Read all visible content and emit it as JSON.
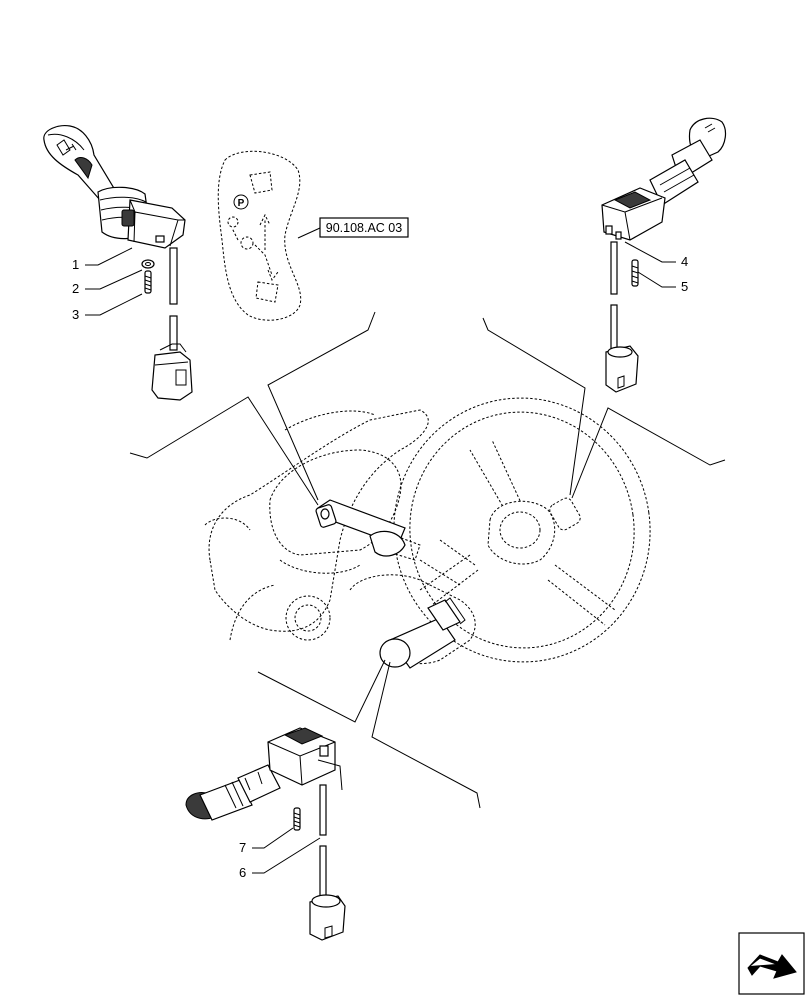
{
  "callouts": [
    {
      "id": "1",
      "label": "1"
    },
    {
      "id": "2",
      "label": "2"
    },
    {
      "id": "3",
      "label": "3"
    },
    {
      "id": "4",
      "label": "4"
    },
    {
      "id": "5",
      "label": "5"
    },
    {
      "id": "6",
      "label": "6"
    },
    {
      "id": "7",
      "label": "7"
    }
  ],
  "reference": {
    "label": "90.108.AC 03"
  },
  "icons": {
    "gear_pattern_badge": "P",
    "nav_icon": "next-page-arrow-icon"
  }
}
